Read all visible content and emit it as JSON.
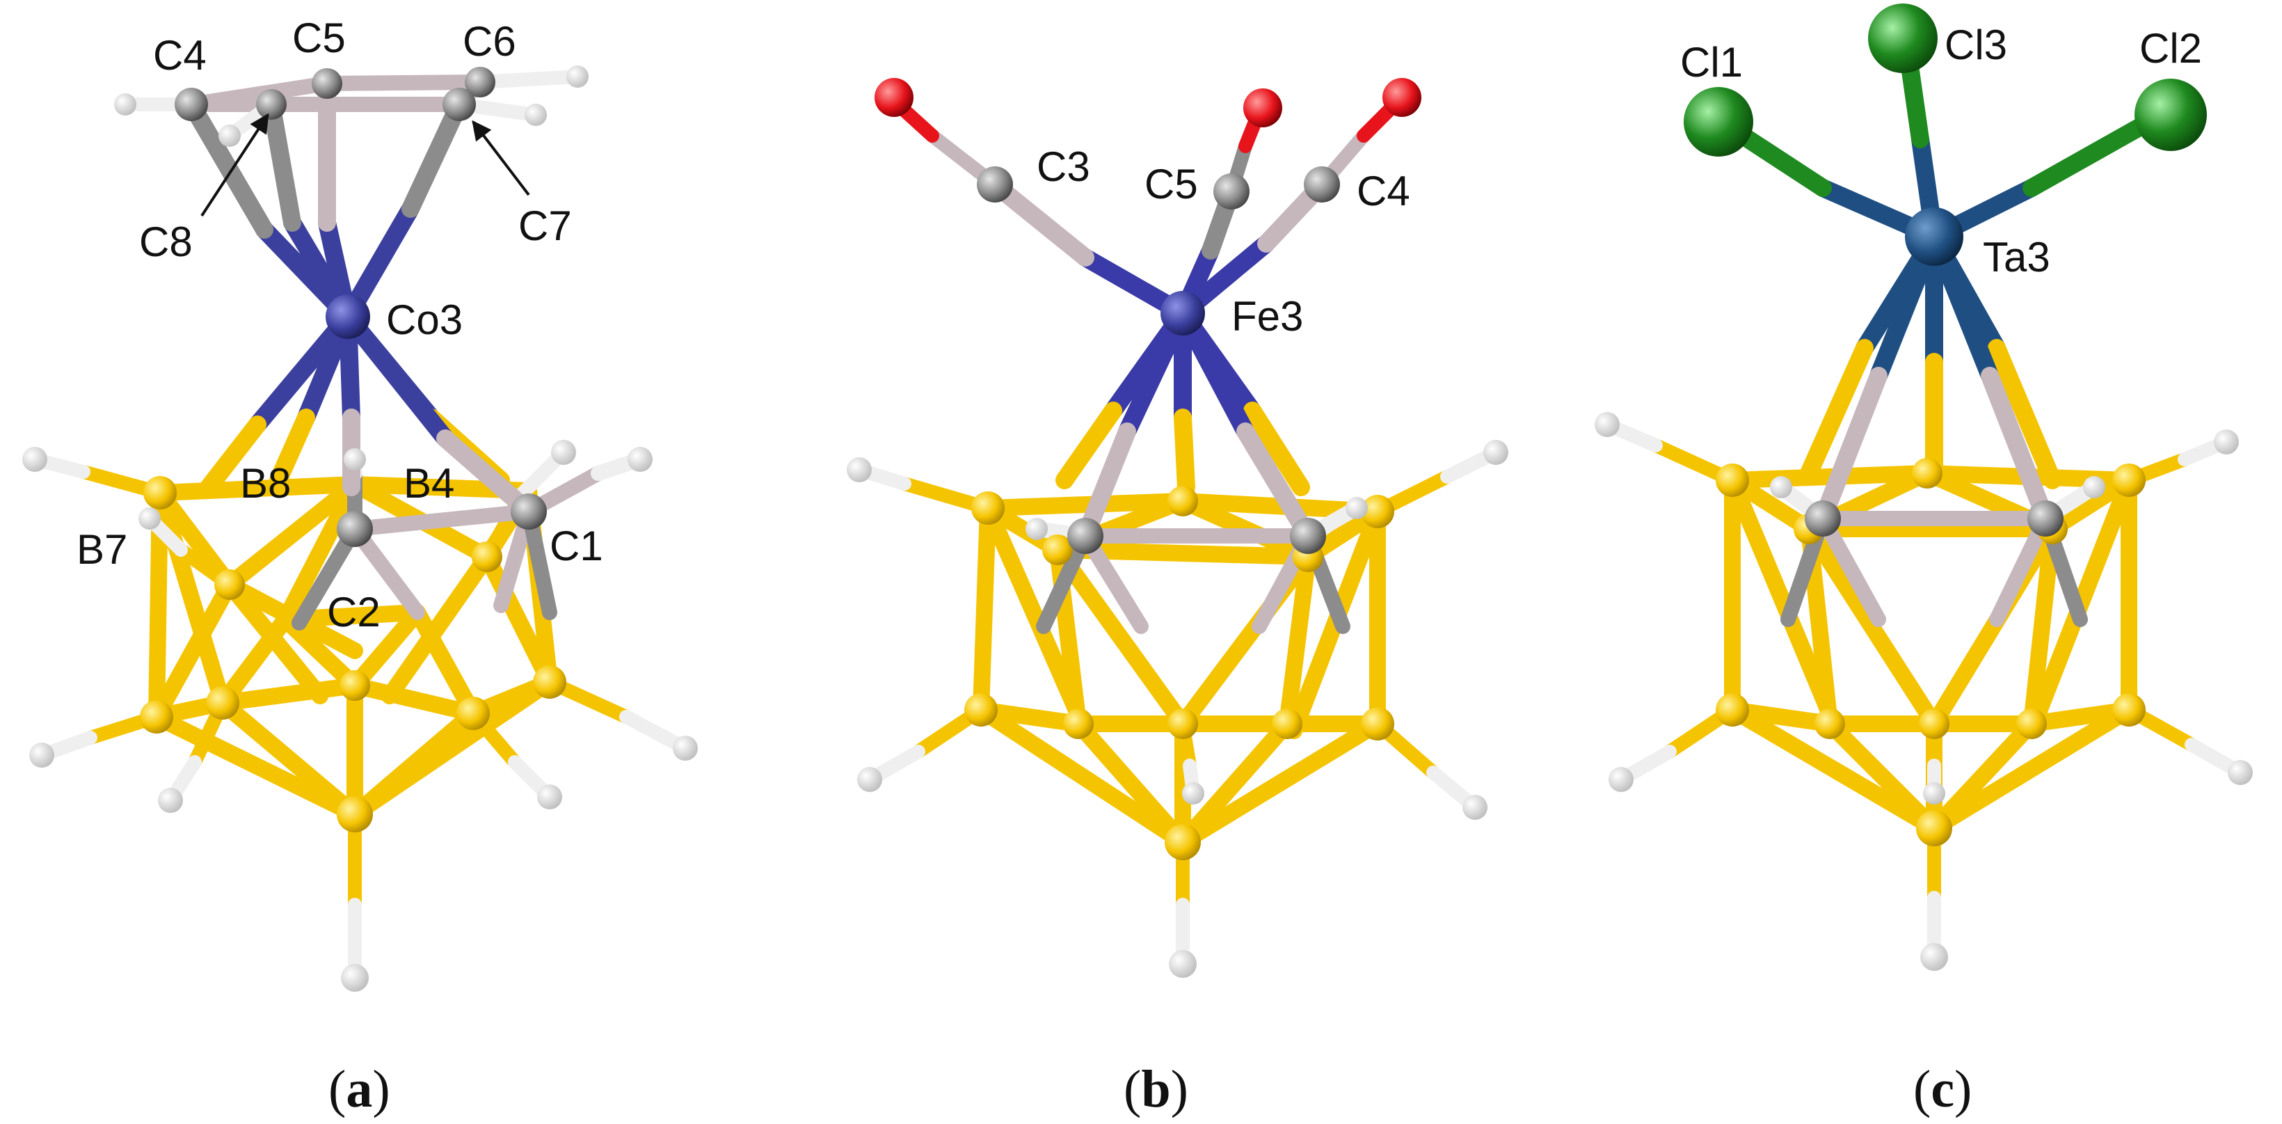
{
  "panels": [
    {
      "id": "a",
      "caption_open": "(",
      "caption_letter": "a",
      "caption_close": ")",
      "metal_label": "Co3",
      "labels": {
        "c4": "C4",
        "c5": "C5",
        "c6": "C6",
        "c7": "C7",
        "c8": "C8",
        "b8": "B8",
        "b4": "B4",
        "b7": "B7",
        "c1": "C1",
        "c2": "C2"
      }
    },
    {
      "id": "b",
      "caption_open": "(",
      "caption_letter": "b",
      "caption_close": ")",
      "metal_label": "Fe3",
      "labels": {
        "c3": "C3",
        "c4": "C4",
        "c5": "C5"
      }
    },
    {
      "id": "c",
      "caption_open": "(",
      "caption_letter": "c",
      "caption_close": ")",
      "metal_label": "Ta3",
      "labels": {
        "cl1": "Cl1",
        "cl2": "Cl2",
        "cl3": "Cl3"
      }
    }
  ],
  "colors": {
    "boron": "#f5c400",
    "boron_atom": "#e5b200",
    "carbon": "#8c8c8c",
    "carbon_light": "#c6b7bd",
    "hydrogen": "#efefef",
    "cobalt": "#3b3f9e",
    "iron": "#3a3aa8",
    "tantalum": "#1f4f82",
    "chlorine": "#1f8a1f",
    "oxygen": "#e8141c"
  }
}
